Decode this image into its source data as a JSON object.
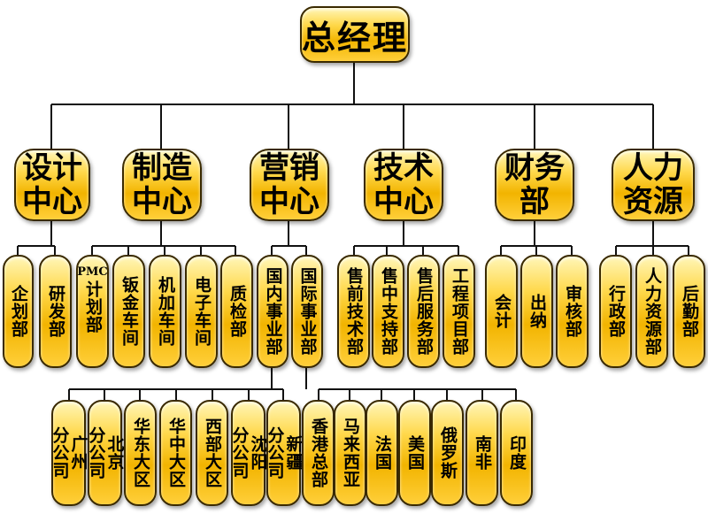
{
  "root": {
    "label": "总经理"
  },
  "departments": [
    {
      "id": "design",
      "lines": [
        "设计",
        "中心"
      ],
      "units": [
        {
          "label": "企划部"
        },
        {
          "label": "研发部"
        }
      ]
    },
    {
      "id": "manufacturing",
      "lines": [
        "制造",
        "中心"
      ],
      "units": [
        {
          "prefix": "PMC",
          "label": "计划部"
        },
        {
          "label": "钣金车间"
        },
        {
          "label": "机加车间"
        },
        {
          "label": "电子车间"
        },
        {
          "label": "质检部"
        }
      ]
    },
    {
      "id": "marketing",
      "lines": [
        "营销",
        "中心"
      ],
      "units": [
        {
          "label": "国内事业部"
        },
        {
          "label": "国际事业部"
        }
      ]
    },
    {
      "id": "technology",
      "lines": [
        "技术",
        "中心"
      ],
      "units": [
        {
          "label": "售前技术部"
        },
        {
          "label": "售中支持部"
        },
        {
          "label": "售后服务部"
        },
        {
          "label": "工程项目部"
        }
      ]
    },
    {
      "id": "finance",
      "lines": [
        "财务",
        "部"
      ],
      "units": [
        {
          "label": "会计"
        },
        {
          "label": "出纳"
        },
        {
          "label": "审核部"
        }
      ]
    },
    {
      "id": "hr",
      "lines": [
        "人力",
        "资源"
      ],
      "units": [
        {
          "label": "行政部"
        },
        {
          "label": "人力资源部"
        },
        {
          "label": "后勤部"
        }
      ]
    }
  ],
  "domestic_branches": [
    {
      "lines": [
        "广州",
        "分公司"
      ]
    },
    {
      "lines": [
        "北京",
        "分公司"
      ]
    },
    {
      "lines": [
        "华东大区"
      ]
    },
    {
      "lines": [
        "华中大区"
      ]
    },
    {
      "lines": [
        "西部大区"
      ]
    },
    {
      "lines": [
        "沈阳",
        "分公司"
      ]
    },
    {
      "lines": [
        "新疆",
        "分公司"
      ]
    }
  ],
  "international_branches": [
    {
      "lines": [
        "香港",
        "总部"
      ]
    },
    {
      "lines": [
        "马来",
        "西亚"
      ]
    },
    {
      "lines": [
        "法国"
      ]
    },
    {
      "lines": [
        "美国"
      ]
    },
    {
      "lines": [
        "俄罗斯"
      ]
    },
    {
      "lines": [
        "南非"
      ]
    },
    {
      "lines": [
        "印度"
      ]
    }
  ]
}
